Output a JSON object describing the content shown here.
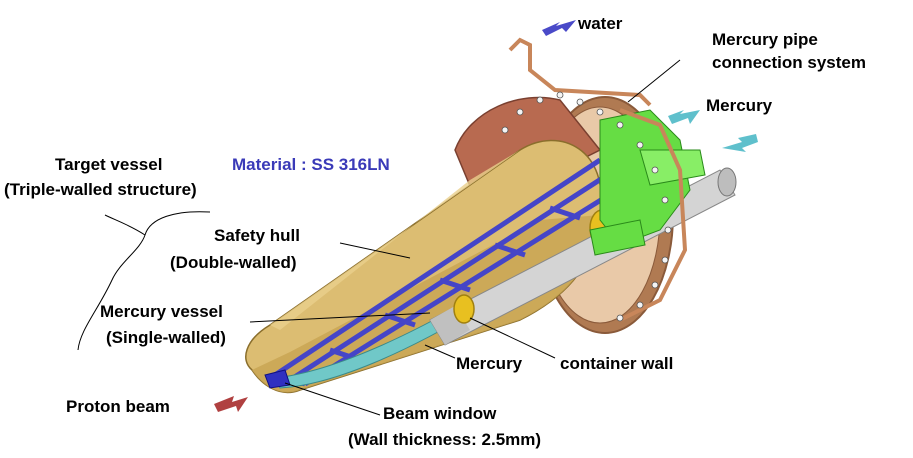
{
  "labels": {
    "water": "water",
    "mercury_pipe_line1": "Mercury pipe",
    "mercury_pipe_line2": "connection system",
    "mercury_flow": "Mercury",
    "target_vessel_line1": "Target vessel",
    "target_vessel_line2": "(Triple-walled structure)",
    "material": "Material : SS 316LN",
    "safety_hull_line1": "Safety hull",
    "safety_hull_line2": "(Double-walled)",
    "mercury_vessel_line1": "Mercury vessel",
    "mercury_vessel_line2": "(Single-walled)",
    "mercury_inner": "Mercury",
    "container_wall": "container wall",
    "proton_beam": "Proton beam",
    "beam_window_line1": "Beam window",
    "beam_window_line2": "(Wall thickness: 2.5mm)"
  },
  "colors": {
    "hull": "#d8b86a",
    "hull_dark": "#a88a3c",
    "flange": "#c8865a",
    "grid": "#4545c8",
    "pipe": "#cfcfcf",
    "green_system": "#66dd44",
    "water_arrow": "#4a4ac8",
    "mercury_arrow": "#5fc0cc",
    "proton_arrow": "#b04040",
    "label_blue": "#3a3ab8",
    "mercury_channel": "#70c8c8",
    "yellow_ring": "#e8c020"
  }
}
